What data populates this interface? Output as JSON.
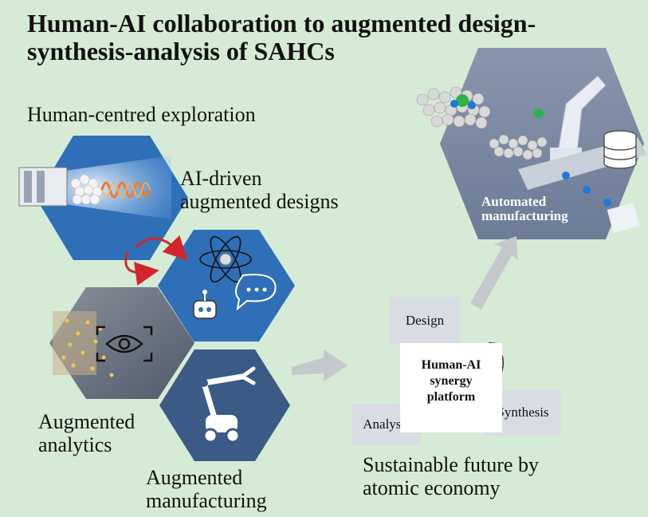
{
  "title": "Human-AI collaboration to augmented design-synthesis-analysis of SAHCs",
  "sections": {
    "exploration": "Human-centred exploration",
    "ai_design_line1": "AI-driven",
    "ai_design_line2": "augmented designs",
    "analytics_line1": "Augmented",
    "analytics_line2": "analytics",
    "manufacturing_line1": "Augmented",
    "manufacturing_line2": "manufacturing",
    "automated_line1": "Automated",
    "automated_line2": "manufacturing"
  },
  "platform": {
    "line1": "Human-AI",
    "line2": "synergy",
    "line3": "platform",
    "design": "Design",
    "analysis": "Analysis",
    "synthesis": "Synthesis"
  },
  "future": {
    "line1": "Sustainable future by",
    "line2": "atomic economy"
  },
  "colors": {
    "background": "#d6ebd5",
    "hex_blue": "#2f6fb8",
    "hex_navy": "#3b5a86",
    "arrow_red": "#d0262c"
  }
}
